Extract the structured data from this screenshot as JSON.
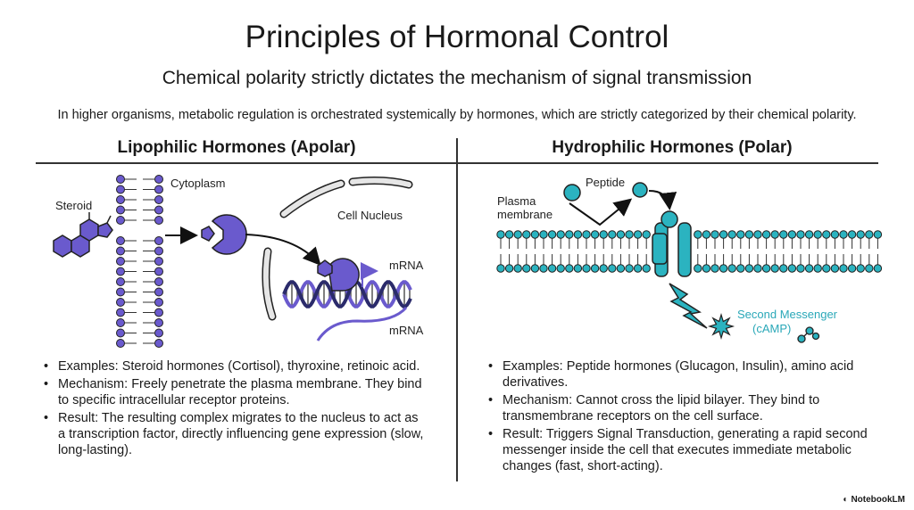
{
  "title": "Principles of Hormonal Control",
  "subtitle": "Chemical polarity strictly dictates the mechanism of signal transmission",
  "intro": "In higher organisms, metabolic regulation is orchestrated systemically by hormones, which are strictly categorized by their chemical polarity.",
  "left": {
    "heading": "Lipophilic Hormones (Apolar)",
    "labels": {
      "steroid": "Steroid",
      "cytoplasm": "Cytoplasm",
      "nucleus": "Cell Nucleus",
      "mrna_top": "mRNA",
      "mrna_bottom": "mRNA"
    },
    "bullets": [
      "Examples: Steroid hormones (Cortisol), thyroxine, retinoic acid.",
      "Mechanism: Freely penetrate the plasma membrane. They bind to specific intracellular receptor proteins.",
      "Result: The resulting complex migrates to the nucleus to act as a transcription factor, directly influencing gene expression (slow, long-lasting)."
    ]
  },
  "right": {
    "heading": "Hydrophilic Hormones (Polar)",
    "labels": {
      "peptide": "Peptide",
      "plasma_membrane_1": "Plasma",
      "plasma_membrane_2": "membrane",
      "second_messenger_1": "Second Messenger",
      "second_messenger_2": "(cAMP)"
    },
    "bullets": [
      "Examples: Peptide hormones (Glucagon, Insulin), amino acid derivatives.",
      "Mechanism: Cannot cross the lipid bilayer. They bind to transmembrane receptors on the cell surface.",
      "Result: Triggers Signal Transduction, generating a rapid second messenger inside the cell that executes immediate metabolic changes (fast, short-acting)."
    ]
  },
  "brand": "NotebookLM",
  "colors": {
    "purple": "#6a5acd",
    "teal": "#2bb3c0",
    "tealText": "#2aa8b8",
    "ink": "#1a1a1a"
  }
}
